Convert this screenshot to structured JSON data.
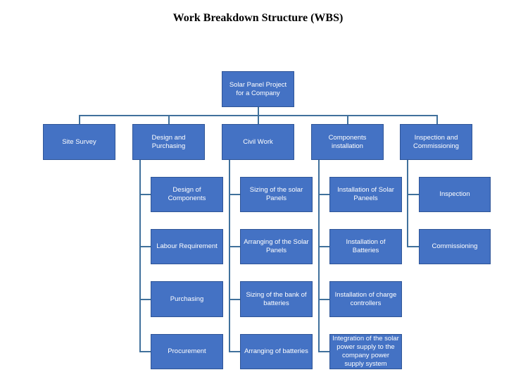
{
  "title": "Work Breakdown Structure (WBS)",
  "root": "Solar Panel Project for a Company",
  "level1": [
    "Site Survey",
    "Design and Purchasing",
    "Civil Work",
    "Components installation",
    "Inspection and Commissioning"
  ],
  "design_purchasing": [
    "Design of Components",
    "Labour Requirement",
    "Purchasing",
    "Procurement"
  ],
  "civil_work": [
    "Sizing of the solar Panels",
    "Arranging of the Solar Panels",
    "Sizing of the bank of batteries",
    "Arranging of batteries"
  ],
  "components_installation": [
    "Installation of Solar Paneels",
    "Installation of Batteries",
    "Installation of charge controllers",
    "Integration of the solar power supply to the company power supply system"
  ],
  "inspection_commissioning": [
    "Inspection",
    "Commissioning"
  ]
}
